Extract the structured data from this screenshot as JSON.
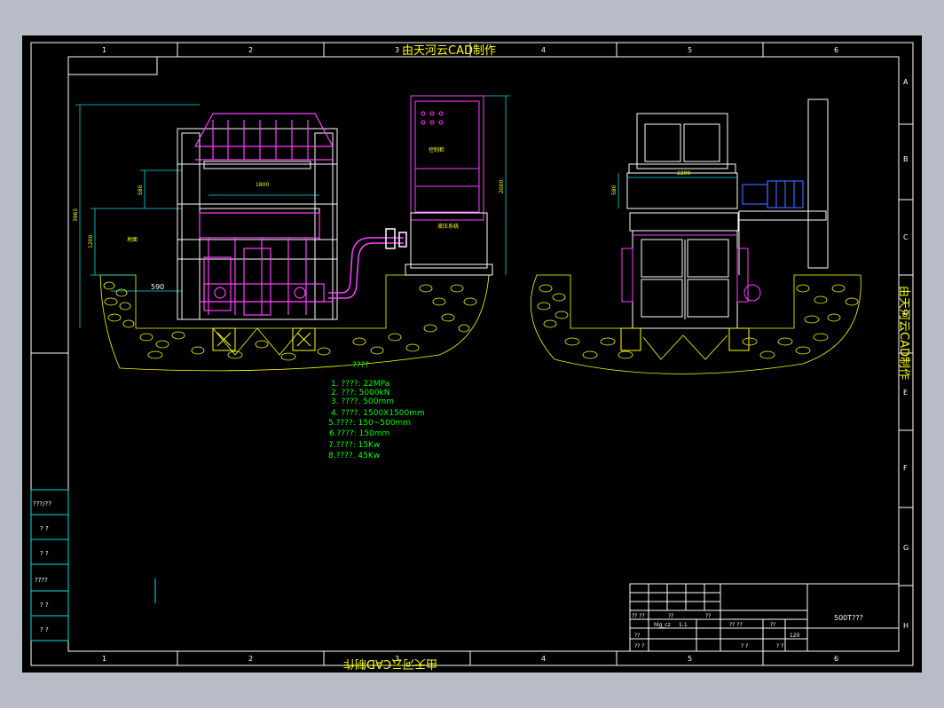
{
  "drawing": {
    "watermark_top": "由天河云CAD制作",
    "watermark_bottom": "由天河云CAD制作",
    "watermark_side": "由天河云CAD制作",
    "zone_cols": [
      "1",
      "2",
      "3",
      "4",
      "5",
      "6"
    ],
    "zone_rows": [
      "A",
      "B",
      "C",
      "D",
      "E",
      "F",
      "G",
      "H"
    ]
  },
  "front_view": {
    "dims": {
      "overall_h": "3965",
      "upper_h": "580",
      "lower_h": "1200",
      "width": "1800",
      "cabinet_h": "2000",
      "depth": "590",
      "ground": "地面"
    },
    "cabinet_labels": [
      "控制柜",
      "液压系统"
    ]
  },
  "side_view": {
    "dims": {
      "width": "2200",
      "height": "580"
    }
  },
  "specs": {
    "title": "????",
    "lines": [
      "1. ????:    22MPa",
      "2. ???:      5000kN",
      "3. ????.    500mm",
      "4. ????.    1500X1500mm",
      "5.????:   150~500mm",
      "6.????:    150mm",
      "7.????:     15Kw",
      "8.????.    45Kw"
    ]
  },
  "left_table": {
    "cells": [
      "???/??",
      "? ?",
      "? ?",
      "????",
      "? ?",
      "? ?"
    ]
  },
  "title_block": {
    "drawing_name": "500T???",
    "file_label": "hlg_cz",
    "scale": "1:1",
    "sheet_no": "120",
    "marks": [
      "?? ??",
      "??",
      "??",
      "?? ??",
      "??",
      "??",
      "?? ?",
      "? ?",
      "? ?"
    ]
  },
  "colors": {
    "background": "#000000",
    "frame": "#ffffff",
    "title_frame": "#00e0e0",
    "structure": "#ffffff",
    "magenta": "#ff40ff",
    "ground": "#ffff00",
    "specs_text": "#00ff00",
    "motor": "#4060ff"
  }
}
